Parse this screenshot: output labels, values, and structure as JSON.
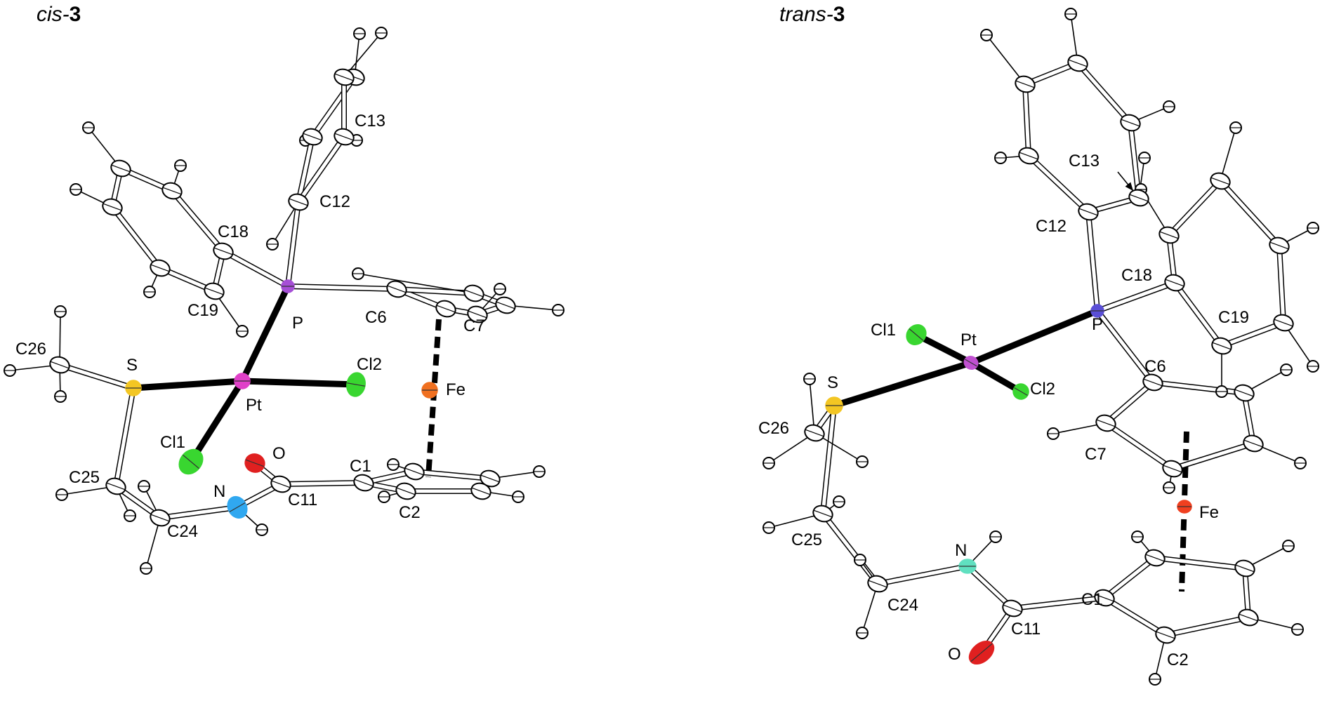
{
  "panels": [
    {
      "id": "cis",
      "title_prefix": "cis-",
      "title_number": "3",
      "atom_labels": [
        "C13",
        "C12",
        "C18",
        "C19",
        "P",
        "C6",
        "C7",
        "C26",
        "S",
        "Cl2",
        "Pt",
        "Fe",
        "Cl1",
        "O",
        "C1",
        "C25",
        "N",
        "C11",
        "C2",
        "C24"
      ],
      "atom_colors": {
        "S": "#f3c623",
        "P": "#a64fd6",
        "Pt": "#e040c8",
        "Cl1": "#39d630",
        "Cl2": "#39d630",
        "Fe": "#f07020",
        "O": "#e02020",
        "N": "#30a8f0"
      }
    },
    {
      "id": "trans",
      "title_prefix": "trans-",
      "title_number": "3",
      "atom_labels": [
        "C13",
        "C12",
        "C18",
        "P",
        "C19",
        "Cl1",
        "Pt",
        "S",
        "Cl2",
        "C6",
        "C26",
        "C7",
        "Fe",
        "C25",
        "N",
        "C1",
        "C24",
        "C11",
        "O",
        "C2"
      ],
      "atom_colors": {
        "S": "#f3c623",
        "P": "#5a4fd6",
        "Pt": "#c050d0",
        "Cl1": "#39d630",
        "Cl2": "#39d630",
        "Fe": "#f04020",
        "O": "#e02020",
        "N": "#60e0c0"
      }
    }
  ]
}
